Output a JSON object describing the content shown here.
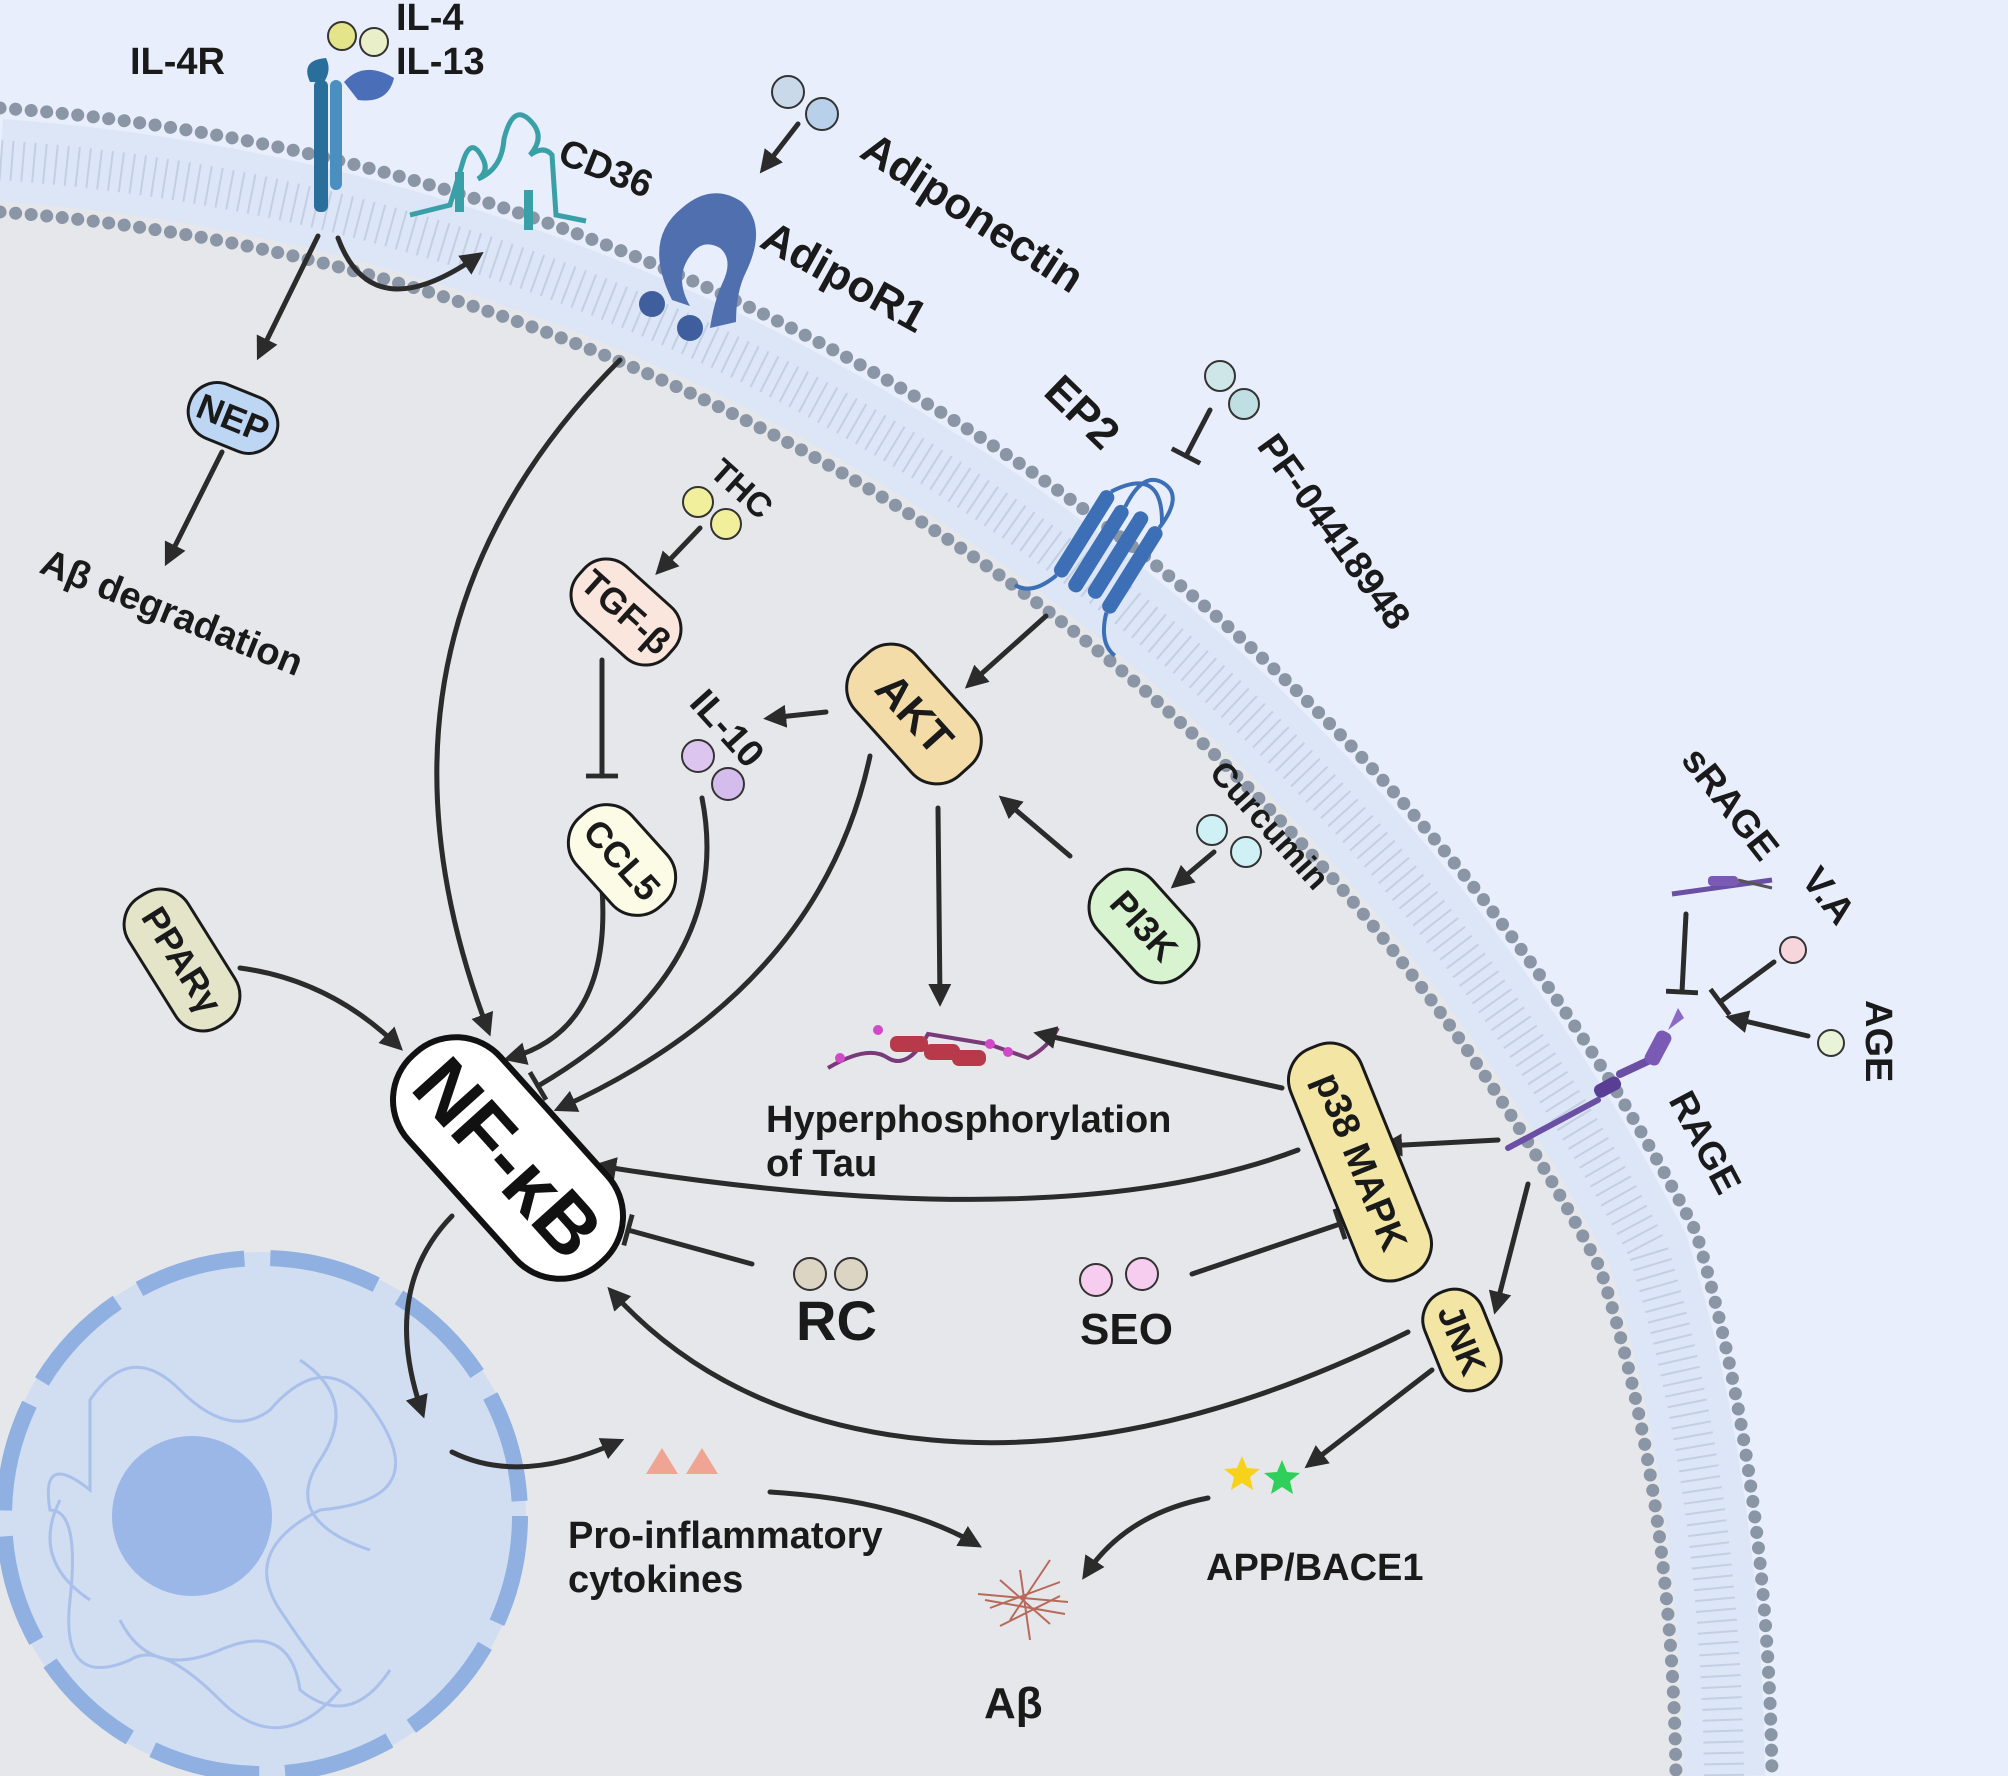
{
  "colors": {
    "outside": "#e8eefb",
    "cytoplasm": "#e6e7ea",
    "membrane_band": "#dce6f7",
    "lipid_head": "#8a95a5",
    "receptor_blue": "#3c6fb5",
    "nucleus_fill": "#c9d9f3",
    "nucleus_border": "#8fb0e0",
    "nucleolus": "#9ab7e8",
    "arrow": "#2b2b2b"
  },
  "membrane": {
    "receptors": [
      "IL-4R",
      "CD36",
      "AdipoR1",
      "EP2",
      "RAGE"
    ]
  },
  "ligands": {
    "il4": "IL-4",
    "il13": "IL-13",
    "adiponectin": "Adiponectin",
    "pf": "PF-04418948",
    "thc": "THC",
    "curcumin": "Curcumin",
    "srage": "sRAGE",
    "va": "V.A",
    "age": "AGE",
    "rc": "RC",
    "seo": "SEO"
  },
  "nodes": {
    "nep": "NEP",
    "tgfb": "TGF-β",
    "il10": "IL-10",
    "ccl5": "CCL5",
    "pparg": "PPARγ",
    "akt": "AKT",
    "pi3k": "PI3K",
    "nfkb": "NF-κB",
    "p38": "p38 MAPK",
    "jnk": "JNK"
  },
  "outcomes": {
    "ab_degradation": "Aβ degradation",
    "tau_line1": "Hyperphosphorylation",
    "tau_line2": "of Tau",
    "cyto_line1": "Pro-inflammatory",
    "cyto_line2": "cytokines",
    "app_bace1": "APP/BACE1",
    "ab": "Aβ"
  }
}
